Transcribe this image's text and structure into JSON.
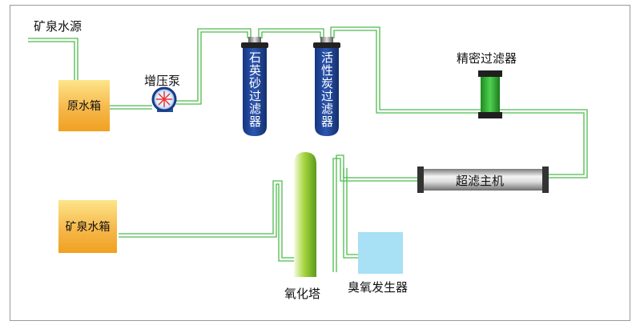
{
  "labels": {
    "source": "矿泉水源",
    "raw_tank": "原水箱",
    "pump": "增压泵",
    "quartz_filter": "石英砂过滤器",
    "carbon_filter": "活性炭过滤器",
    "precision_filter": "精密过滤器",
    "uf_host": "超滤主机",
    "mineral_tank": "矿泉水箱",
    "oxidation_tower": "氧化塔",
    "ozone_generator": "臭氧发生器"
  },
  "colors": {
    "pipe": "#4dbb4d",
    "tank_orange": "#f5a623",
    "filter_blue": "#1d3f8f",
    "precision_green": "#2fa12f",
    "ozone_blue": "#a8e0f5",
    "tower_green": "#9cd23c"
  }
}
